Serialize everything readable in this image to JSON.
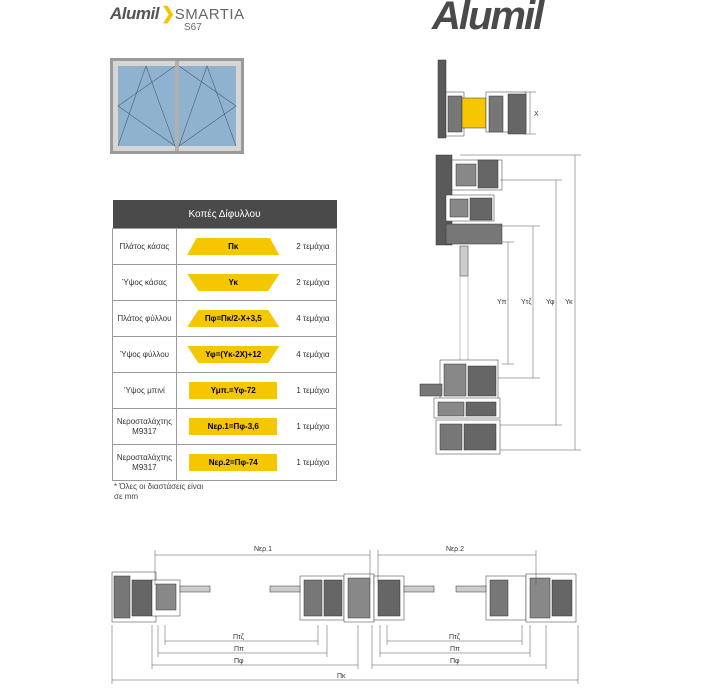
{
  "header": {
    "brand_small": "Alumil",
    "product": "SMARTIA",
    "series": "S67",
    "brand_big": "Alumil"
  },
  "table": {
    "title": "Κοπές Δίφυλλου",
    "rows": [
      {
        "label": "Πλάτος κάσας",
        "formula": "Πκ",
        "qty": "2 τεμάχια"
      },
      {
        "label": "Ύψος κάσας",
        "formula": "Υκ",
        "qty": "2 τεμάχια"
      },
      {
        "label": "Πλάτος φύλλου",
        "formula": "Πφ=Πκ/2-Χ+3,5",
        "qty": "4 τεμάχια"
      },
      {
        "label": "Ύψος φύλλου",
        "formula": "Υφ=(Υκ-2Χ)+12",
        "qty": "4 τεμάχια"
      },
      {
        "label": "Ύψος μπινί",
        "formula": "Υμπ.=Υφ-72",
        "qty": "1 τεμάχιο"
      },
      {
        "label": "Νεροσταλάχτης M9317",
        "formula": "Νερ.1=Πφ-3,6",
        "qty": "1 τεμάχιο"
      },
      {
        "label": "Νεροσταλάχτης M9317",
        "formula": "Νερ.2=Πφ-74",
        "qty": "1 τεμάχιο"
      }
    ]
  },
  "note": "* Όλες οι διαστάσεις είναι σε mm",
  "vertical_section": {
    "dims": [
      "X",
      "Υπ",
      "Υτζ",
      "Υφ",
      "Υκ"
    ]
  },
  "horizontal_section": {
    "dims": [
      "Νερ.1",
      "Νερ.2",
      "Πτζ",
      "Ππ",
      "Πφ",
      "Πτζ",
      "Ππ",
      "Πφ",
      "Πκ"
    ]
  },
  "colors": {
    "accent": "#f6c600",
    "header_bg": "#4a4a4a",
    "profile": "#555555"
  }
}
